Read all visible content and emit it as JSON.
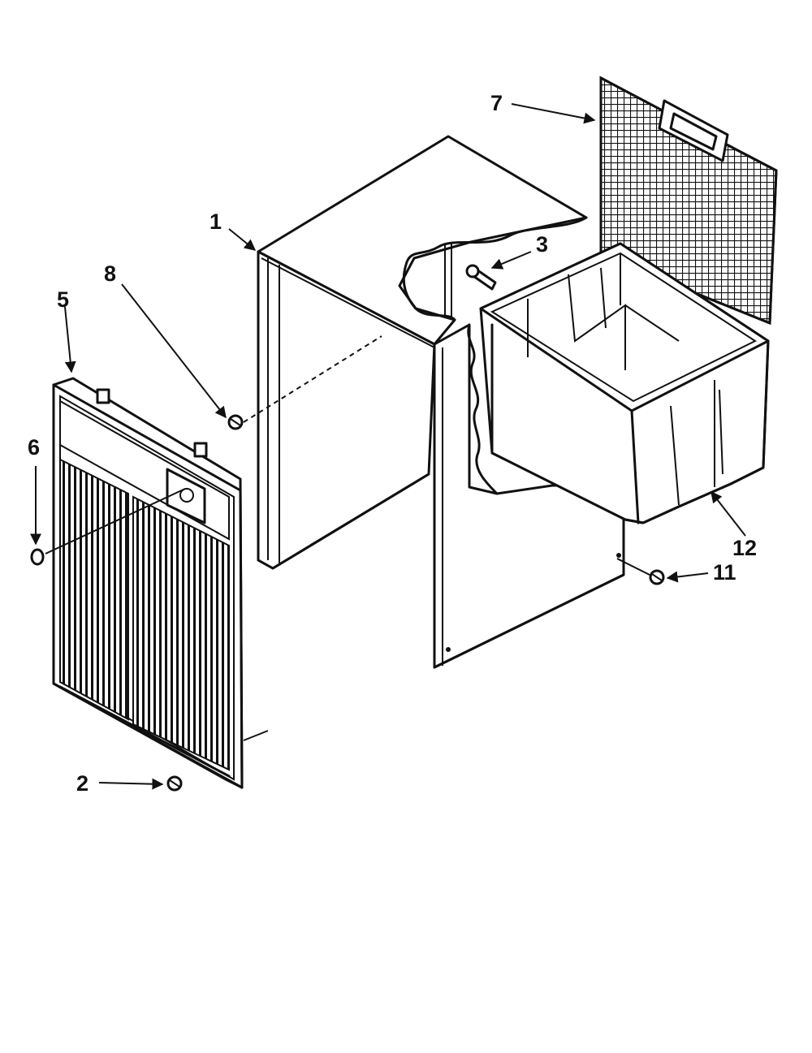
{
  "diagram": {
    "type": "exploded-parts-view",
    "header_text": "",
    "callouts": [
      {
        "id": "c1",
        "label": "1"
      },
      {
        "id": "c2",
        "label": "2"
      },
      {
        "id": "c3",
        "label": "3"
      },
      {
        "id": "c5",
        "label": "5"
      },
      {
        "id": "c6",
        "label": "6"
      },
      {
        "id": "c7",
        "label": "7"
      },
      {
        "id": "c8",
        "label": "8"
      },
      {
        "id": "c11",
        "label": "11"
      },
      {
        "id": "c12",
        "label": "12"
      }
    ]
  }
}
